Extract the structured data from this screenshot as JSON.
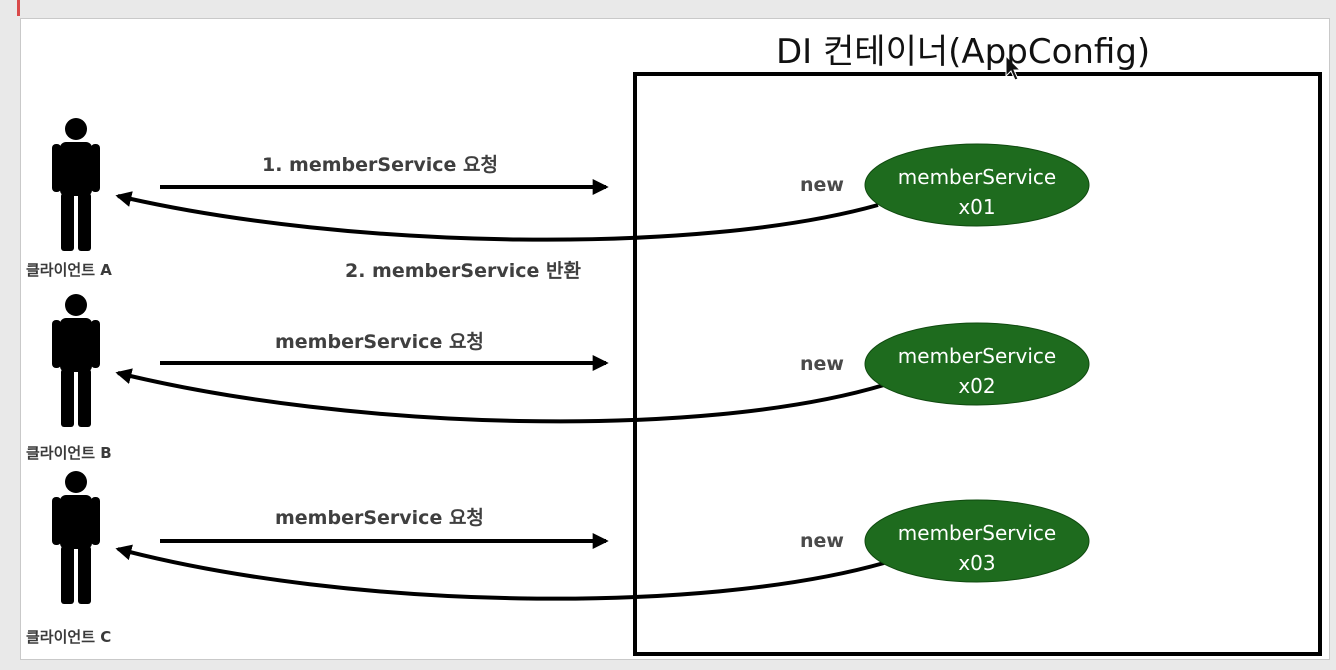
{
  "container": {
    "title": "DI 컨테이너(AppConfig)"
  },
  "clients": [
    {
      "label": "클라이언트 A"
    },
    {
      "label": "클라이언트 B"
    },
    {
      "label": "클라이언트 C"
    }
  ],
  "requests": [
    {
      "request_label": "1. memberService 요청",
      "return_label": "2. memberService 반환"
    },
    {
      "request_label": "memberService 요청"
    },
    {
      "request_label": "memberService 요청"
    }
  ],
  "instances": [
    {
      "new_label": "new",
      "name": "memberService",
      "id": "x01"
    },
    {
      "new_label": "new",
      "name": "memberService",
      "id": "x02"
    },
    {
      "new_label": "new",
      "name": "memberService",
      "id": "x03"
    }
  ],
  "colors": {
    "instance_fill": "#1e6b1e",
    "container_border": "#000000",
    "arrow": "#000000"
  },
  "icons": {
    "client": "person-icon"
  }
}
